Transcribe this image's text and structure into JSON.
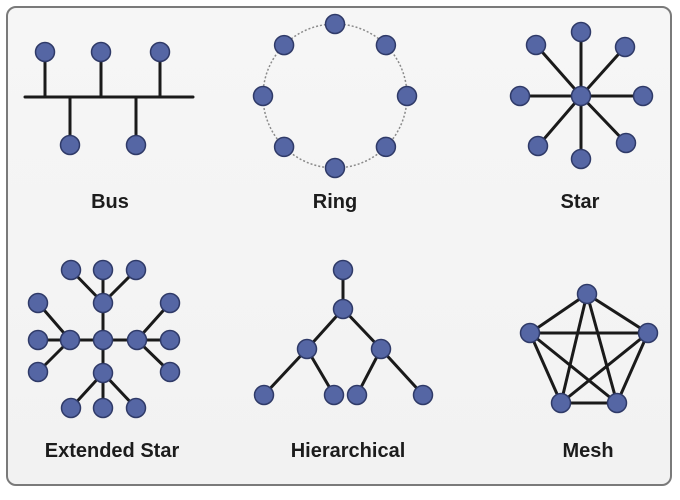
{
  "colors": {
    "node_fill": "#5566a4",
    "node_stroke": "#2f3a68",
    "line": "#1a1a1a",
    "ring_line": "#8a8a8a",
    "panel_border": "#7a7a7a"
  },
  "topologies": [
    {
      "id": "bus",
      "label": "Bus"
    },
    {
      "id": "ring",
      "label": "Ring"
    },
    {
      "id": "star",
      "label": "Star"
    },
    {
      "id": "extended-star",
      "label": "Extended Star"
    },
    {
      "id": "hierarchical",
      "label": "Hierarchical"
    },
    {
      "id": "mesh",
      "label": "Mesh"
    }
  ]
}
